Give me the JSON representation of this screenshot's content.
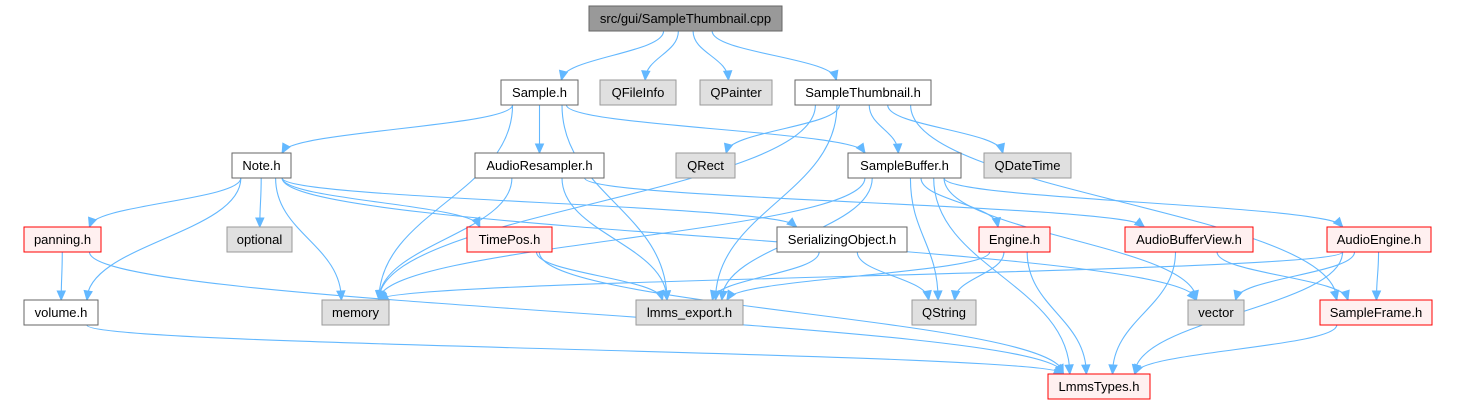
{
  "colors": {
    "root_fill": "#999999",
    "root_stroke": "#666666",
    "normal_fill": "#ffffff",
    "normal_stroke": "#666666",
    "truncated_fill": "#fff0f0",
    "truncated_stroke": "#ff0000",
    "external_fill": "#e0e0e0",
    "external_stroke": "#999999",
    "edge": "#63b8ff"
  },
  "nodes": [
    {
      "id": "root",
      "label": "src/gui/SampleThumbnail.cpp",
      "kind": "root"
    },
    {
      "id": "sample_h",
      "label": "Sample.h",
      "kind": "normal"
    },
    {
      "id": "qfileinfo",
      "label": "QFileInfo",
      "kind": "external"
    },
    {
      "id": "qpainter",
      "label": "QPainter",
      "kind": "external"
    },
    {
      "id": "samplethumbnail_h",
      "label": "SampleThumbnail.h",
      "kind": "normal"
    },
    {
      "id": "note_h",
      "label": "Note.h",
      "kind": "normal"
    },
    {
      "id": "audioresampler_h",
      "label": "AudioResampler.h",
      "kind": "normal"
    },
    {
      "id": "qrect",
      "label": "QRect",
      "kind": "external"
    },
    {
      "id": "samplebuffer_h",
      "label": "SampleBuffer.h",
      "kind": "normal"
    },
    {
      "id": "qdatetime",
      "label": "QDateTime",
      "kind": "external"
    },
    {
      "id": "panning_h",
      "label": "panning.h",
      "kind": "truncated"
    },
    {
      "id": "optional",
      "label": "optional",
      "kind": "external"
    },
    {
      "id": "timepos_h",
      "label": "TimePos.h",
      "kind": "truncated"
    },
    {
      "id": "serializingobject_h",
      "label": "SerializingObject.h",
      "kind": "normal"
    },
    {
      "id": "engine_h",
      "label": "Engine.h",
      "kind": "truncated"
    },
    {
      "id": "audiobufferview_h",
      "label": "AudioBufferView.h",
      "kind": "truncated"
    },
    {
      "id": "audioengine_h",
      "label": "AudioEngine.h",
      "kind": "truncated"
    },
    {
      "id": "volume_h",
      "label": "volume.h",
      "kind": "normal"
    },
    {
      "id": "memory",
      "label": "memory",
      "kind": "external"
    },
    {
      "id": "lmms_export_h",
      "label": "lmms_export.h",
      "kind": "external"
    },
    {
      "id": "qstring",
      "label": "QString",
      "kind": "external"
    },
    {
      "id": "vector",
      "label": "vector",
      "kind": "external"
    },
    {
      "id": "sampleframe_h",
      "label": "SampleFrame.h",
      "kind": "truncated"
    },
    {
      "id": "lmmstypes_h",
      "label": "LmmsTypes.h",
      "kind": "truncated"
    }
  ],
  "edges": [
    [
      "root",
      "sample_h"
    ],
    [
      "root",
      "qfileinfo"
    ],
    [
      "root",
      "qpainter"
    ],
    [
      "root",
      "samplethumbnail_h"
    ],
    [
      "sample_h",
      "note_h"
    ],
    [
      "sample_h",
      "audioresampler_h"
    ],
    [
      "sample_h",
      "samplebuffer_h"
    ],
    [
      "sample_h",
      "memory"
    ],
    [
      "sample_h",
      "lmms_export_h"
    ],
    [
      "samplethumbnail_h",
      "qrect"
    ],
    [
      "samplethumbnail_h",
      "samplebuffer_h"
    ],
    [
      "samplethumbnail_h",
      "qdatetime"
    ],
    [
      "samplethumbnail_h",
      "memory"
    ],
    [
      "samplethumbnail_h",
      "lmms_export_h"
    ],
    [
      "samplethumbnail_h",
      "sampleframe_h"
    ],
    [
      "note_h",
      "panning_h"
    ],
    [
      "note_h",
      "optional"
    ],
    [
      "note_h",
      "timepos_h"
    ],
    [
      "note_h",
      "serializingobject_h"
    ],
    [
      "note_h",
      "volume_h"
    ],
    [
      "note_h",
      "memory"
    ],
    [
      "note_h",
      "vector"
    ],
    [
      "audioresampler_h",
      "memory"
    ],
    [
      "audioresampler_h",
      "lmms_export_h"
    ],
    [
      "audioresampler_h",
      "audiobufferview_h"
    ],
    [
      "samplebuffer_h",
      "memory"
    ],
    [
      "samplebuffer_h",
      "lmms_export_h"
    ],
    [
      "samplebuffer_h",
      "engine_h"
    ],
    [
      "samplebuffer_h",
      "qstring"
    ],
    [
      "samplebuffer_h",
      "vector"
    ],
    [
      "samplebuffer_h",
      "audioengine_h"
    ],
    [
      "samplebuffer_h",
      "lmmstypes_h"
    ],
    [
      "panning_h",
      "volume_h"
    ],
    [
      "panning_h",
      "lmmstypes_h"
    ],
    [
      "volume_h",
      "lmmstypes_h"
    ],
    [
      "timepos_h",
      "lmms_export_h"
    ],
    [
      "timepos_h",
      "lmmstypes_h"
    ],
    [
      "serializingobject_h",
      "lmms_export_h"
    ],
    [
      "serializingobject_h",
      "qstring"
    ],
    [
      "engine_h",
      "lmms_export_h"
    ],
    [
      "engine_h",
      "qstring"
    ],
    [
      "engine_h",
      "lmmstypes_h"
    ],
    [
      "audiobufferview_h",
      "sampleframe_h"
    ],
    [
      "audiobufferview_h",
      "lmmstypes_h"
    ],
    [
      "audioengine_h",
      "sampleframe_h"
    ],
    [
      "audioengine_h",
      "vector"
    ],
    [
      "audioengine_h",
      "memory"
    ],
    [
      "audioengine_h",
      "lmmstypes_h"
    ],
    [
      "sampleframe_h",
      "lmmstypes_h"
    ]
  ]
}
